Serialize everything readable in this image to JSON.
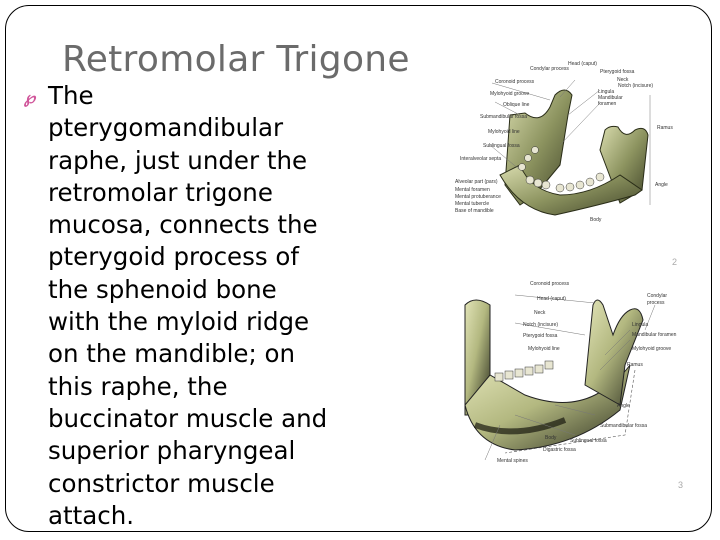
{
  "slide": {
    "title": "Retromolar Trigone",
    "bullet_icon": "floral-bullet-icon",
    "bullet_color": "#d0559a",
    "title_color": "#6b6b6b",
    "body_lines": [
      "The",
      "pterygomandibular",
      "raphe, just under the",
      "retromolar trigone",
      "mucosa, connects the",
      "pterygoid process of",
      "the sphenoid bone",
      "with the myloid ridge",
      "on the mandible; on",
      "this raphe, the",
      "buccinator muscle and",
      "superior pharyngeal",
      "constrictor muscle",
      "attach."
    ]
  },
  "figure_top": {
    "labels": {
      "head": "Head (caput)",
      "condylar": "Condylar process",
      "pterygoid_fossa": "Pterygoid fossa",
      "coronoid": "Coronoid process",
      "neck": "Neck",
      "notch": "Notch (incisure)",
      "mylohyoid_groove": "Mylohyoid groove",
      "lingula": "Lingula",
      "mandibular": "Mandibular",
      "foramen": "foramen",
      "oblique": "Oblique line",
      "submandibular": "Submandibular fossa",
      "ramus": "Ramus",
      "mylohyoid_line": "Mylohyoid line",
      "sublingual": "Sublingual fossa",
      "interalveolar": "Interalveolar septa",
      "alveolar": "Alveolar part (pars)",
      "mental_foramen": "Mental foramen",
      "mental_protuberance": "Mental protuberance",
      "mental_tubercle": "Mental tubercle",
      "base": "Base of mandible",
      "angle": "Angle",
      "body": "Body"
    },
    "page_mark": "2"
  },
  "figure_bottom": {
    "labels": {
      "coronoid": "Coronoid process",
      "head": "Head (caput)",
      "condylar": "Condylar",
      "condylar2": "process",
      "neck": "Neck",
      "notch": "Notch (incisure)",
      "lingula": "Lingula",
      "pterygoid": "Pterygoid fossa",
      "mandibular_foramen": "Mandibular foramen",
      "mylohyoid_line": "Mylohyoid line",
      "mylohyoid_groove": "Mylohyoid groove",
      "ramus": "Ramus",
      "angle": "Angle",
      "submandibular": "Submandibular fossa",
      "body": "Body",
      "sublingual": "Sublingual fossa",
      "digastric": "Digastric fossa",
      "mental_spines": "Mental spines"
    },
    "page_mark": "3"
  }
}
